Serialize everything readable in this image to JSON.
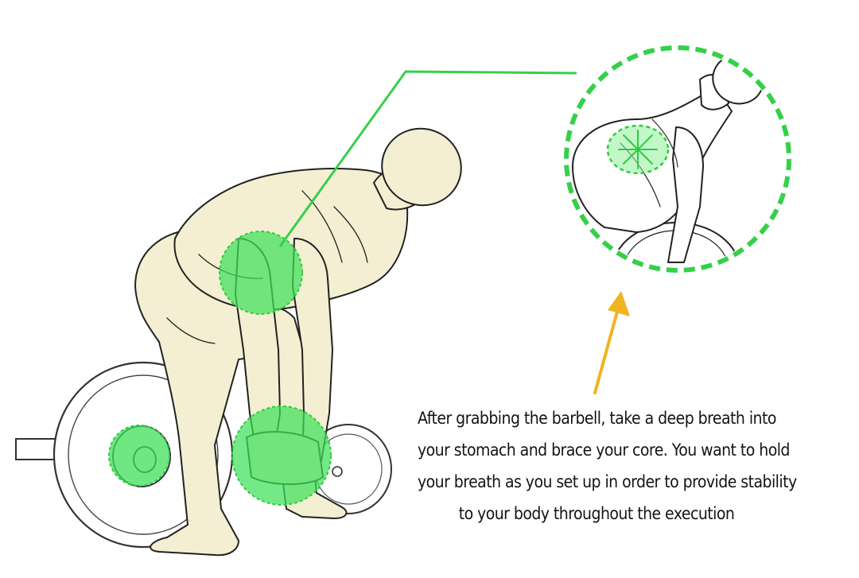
{
  "caption": {
    "lines": [
      "After grabbing the barbell, take a deep breath into",
      "your stomach and brace your core. You want to hold",
      "your breath as you set up in order to provide stability",
      "to your body throughout the execution"
    ]
  },
  "colors": {
    "highlight_fill": "#3fe05a",
    "highlight_stroke": "#2ecc40",
    "callout_line": "#35d04a",
    "arrow": "#f2b320",
    "skin": "#f4efd2",
    "outline": "#222222"
  },
  "icons": {
    "arrow": "up-arrow-icon"
  }
}
